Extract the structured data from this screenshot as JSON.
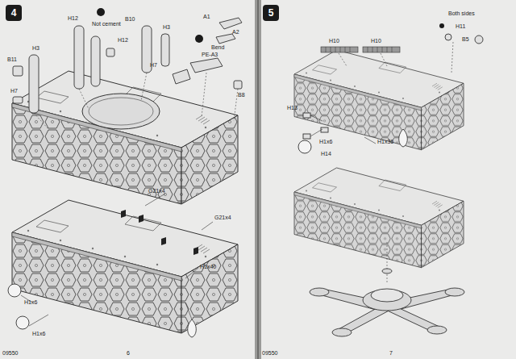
{
  "diagram": {
    "nodes": [
      {
        "text": [
          "4"
        ]
      },
      {
        "text": [
          "5"
        ]
      }
    ],
    "labels": [
      "H12",
      "Not cement",
      "B10",
      "H3",
      "A1",
      "A2",
      "Bend",
      "PE-A3",
      "B11",
      "H3",
      "H12",
      "H7",
      "H7",
      "B8",
      "G21x4",
      "G21x4",
      "H1x40",
      "H1x6",
      "H1x6",
      "09550",
      "6",
      "H10",
      "H10",
      "Both sides",
      "H11",
      "B5",
      "H13",
      "H1x6",
      "H14",
      "H1x36",
      "09550",
      "7"
    ]
  }
}
